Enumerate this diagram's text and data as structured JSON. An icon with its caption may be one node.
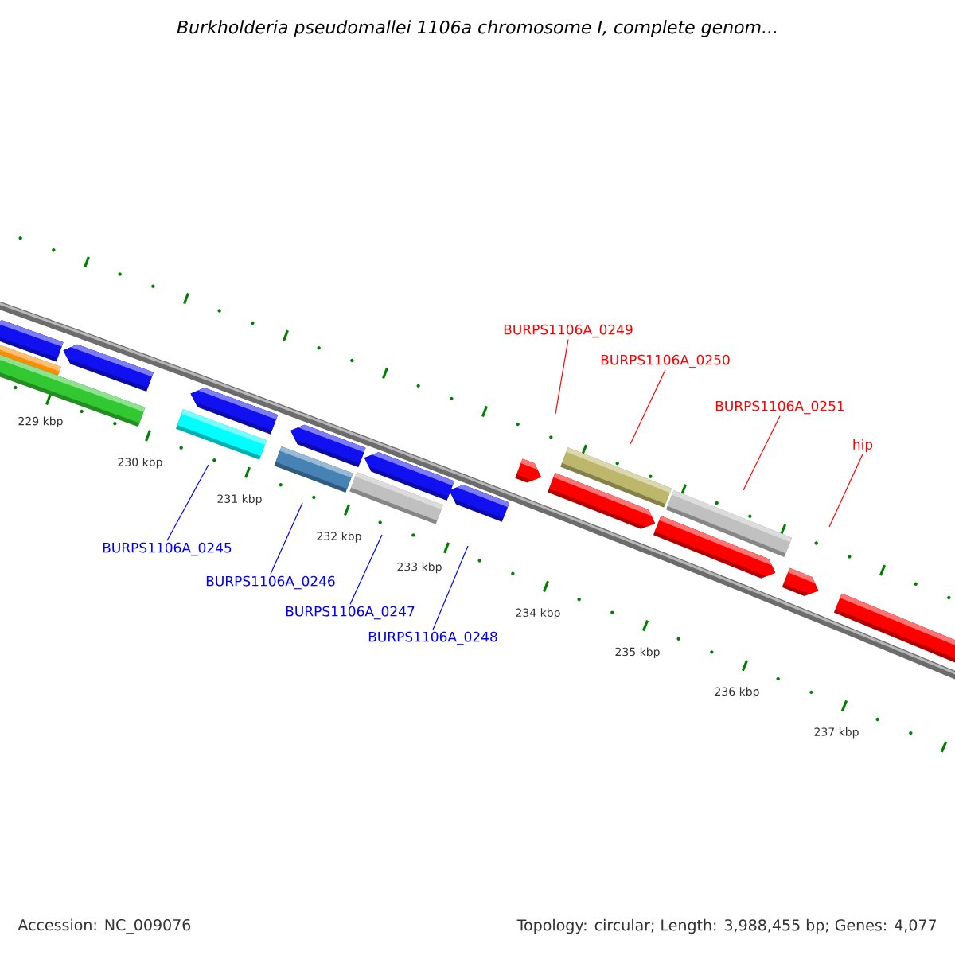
{
  "diagram": {
    "title": "Burkholderia pseudomallei 1106a chromosome I, complete genom...",
    "nodes": [
      {
        "text": [
          "BURPS1106A_0245"
        ]
      },
      {
        "text": [
          "BURPS1106A_0246"
        ]
      },
      {
        "text": [
          "BURPS1106A_0247"
        ]
      },
      {
        "text": [
          "BURPS1106A_0248"
        ]
      },
      {
        "text": [
          "BURPS1106A_0249"
        ]
      },
      {
        "text": [
          "BURPS1106A_0250"
        ]
      },
      {
        "text": [
          "BURPS1106A_0251"
        ]
      },
      {
        "text": [
          "hip"
        ]
      }
    ],
    "edges": [
      {
        "from": 0,
        "to": null,
        "arrow": "none",
        "color": "#0000ff"
      },
      {
        "from": 1,
        "to": null,
        "arrow": "none",
        "color": "#0000ff"
      },
      {
        "from": 2,
        "to": null,
        "arrow": "none",
        "color": "#0000ff"
      },
      {
        "from": 3,
        "to": null,
        "arrow": "none",
        "color": "#0000ff"
      },
      {
        "from": 4,
        "to": null,
        "arrow": "none",
        "color": "#ff0000"
      },
      {
        "from": 5,
        "to": null,
        "arrow": "none",
        "color": "#ff0000"
      },
      {
        "from": 6,
        "to": null,
        "arrow": "none",
        "color": "#ff0000"
      },
      {
        "from": 7,
        "to": null,
        "arrow": "none",
        "color": "#ff0000"
      }
    ],
    "labels": [
      "229 kbp",
      "230 kbp",
      "231 kbp",
      "232 kbp",
      "233 kbp",
      "234 kbp",
      "235 kbp",
      "236 kbp",
      "237 kbp",
      "Accession: NC_009076",
      "Topology: circular; Length: 3,988,455 bp; Genes: 4,077"
    ]
  }
}
